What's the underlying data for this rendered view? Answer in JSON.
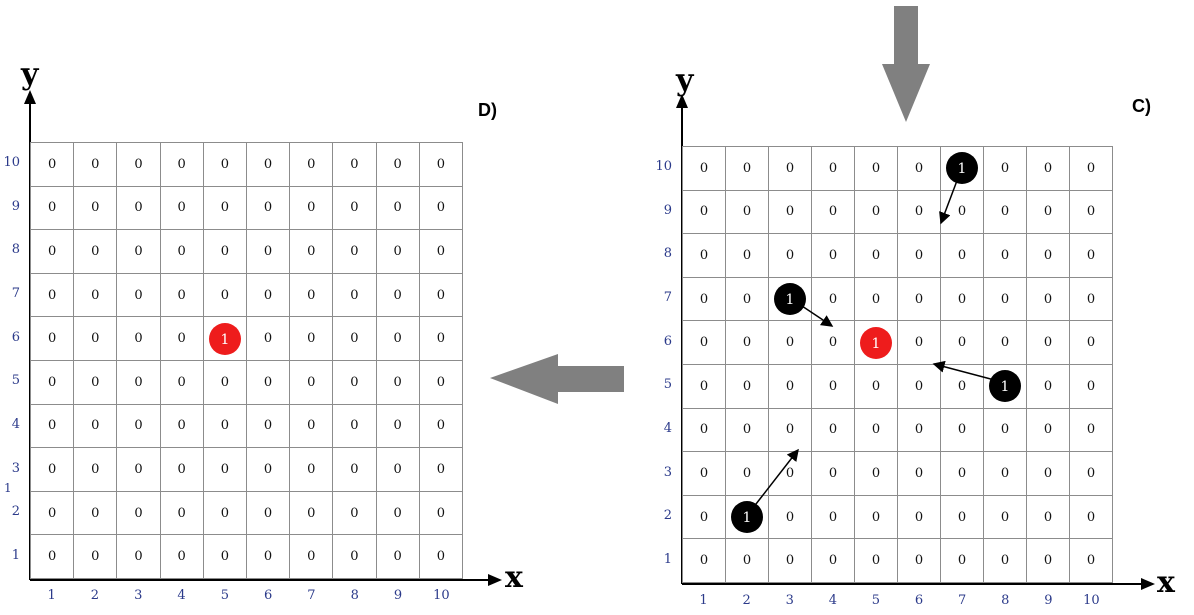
{
  "panel_d": {
    "label": "D)",
    "x_axis": "x",
    "y_axis": "y",
    "x_ticks": [
      "1",
      "2",
      "3",
      "4",
      "5",
      "6",
      "7",
      "8",
      "9",
      "10"
    ],
    "y_ticks": [
      "10",
      "9",
      "8",
      "7",
      "6",
      "5",
      "4",
      "3",
      "2",
      "1"
    ],
    "grid_rows": [
      [
        "0",
        "0",
        "0",
        "0",
        "0",
        "0",
        "0",
        "0",
        "0",
        "0"
      ],
      [
        "0",
        "0",
        "0",
        "0",
        "0",
        "0",
        "0",
        "0",
        "0",
        "0"
      ],
      [
        "0",
        "0",
        "0",
        "0",
        "0",
        "0",
        "0",
        "0",
        "0",
        "0"
      ],
      [
        "0",
        "0",
        "0",
        "0",
        "0",
        "0",
        "0",
        "0",
        "0",
        "0"
      ],
      [
        "0",
        "0",
        "0",
        "0",
        "",
        "0",
        "0",
        "0",
        "0",
        "0"
      ],
      [
        "0",
        "0",
        "0",
        "0",
        "0",
        "0",
        "0",
        "0",
        "0",
        "0"
      ],
      [
        "0",
        "0",
        "0",
        "0",
        "0",
        "0",
        "0",
        "0",
        "0",
        "0"
      ],
      [
        "0",
        "0",
        "0",
        "0",
        "0",
        "0",
        "0",
        "0",
        "0",
        "0"
      ],
      [
        "0",
        "0",
        "0",
        "0",
        "0",
        "0",
        "0",
        "0",
        "0",
        "0"
      ],
      [
        "0",
        "0",
        "0",
        "0",
        "0",
        "0",
        "0",
        "0",
        "0",
        "0"
      ]
    ],
    "markers": [
      {
        "value": "1",
        "color": "#ee1c1c",
        "col": 5,
        "row": 6
      }
    ],
    "stray_label": "1"
  },
  "panel_c": {
    "label": "C)",
    "x_axis": "x",
    "y_axis": "y",
    "x_ticks": [
      "1",
      "2",
      "3",
      "4",
      "5",
      "6",
      "7",
      "8",
      "9",
      "10"
    ],
    "y_ticks": [
      "10",
      "9",
      "8",
      "7",
      "6",
      "5",
      "4",
      "3",
      "2",
      "1"
    ],
    "grid_rows": [
      [
        "0",
        "0",
        "0",
        "0",
        "0",
        "0",
        "",
        "0",
        "0",
        "0"
      ],
      [
        "0",
        "0",
        "0",
        "0",
        "0",
        "0",
        "0",
        "0",
        "0",
        "0"
      ],
      [
        "0",
        "0",
        "0",
        "0",
        "0",
        "0",
        "0",
        "0",
        "0",
        "0"
      ],
      [
        "0",
        "0",
        "",
        "0",
        "0",
        "0",
        "0",
        "0",
        "0",
        "0"
      ],
      [
        "0",
        "0",
        "0",
        "0",
        "",
        "0",
        "0",
        "0",
        "0",
        "0"
      ],
      [
        "0",
        "0",
        "0",
        "0",
        "0",
        "0",
        "0",
        "",
        "0",
        "0"
      ],
      [
        "0",
        "0",
        "0",
        "0",
        "0",
        "0",
        "0",
        "0",
        "0",
        "0"
      ],
      [
        "0",
        "0",
        "0",
        "0",
        "0",
        "0",
        "0",
        "0",
        "0",
        "0"
      ],
      [
        "0",
        "",
        "0",
        "0",
        "0",
        "0",
        "0",
        "0",
        "0",
        "0"
      ],
      [
        "0",
        "0",
        "0",
        "0",
        "0",
        "0",
        "0",
        "0",
        "0",
        "0"
      ]
    ],
    "markers": [
      {
        "value": "1",
        "color": "#ee1c1c",
        "col": 5,
        "row": 6
      },
      {
        "value": "1",
        "color": "#000000",
        "col": 7,
        "row": 10
      },
      {
        "value": "1",
        "color": "#000000",
        "col": 3,
        "row": 7
      },
      {
        "value": "1",
        "color": "#000000",
        "col": 8,
        "row": 5
      },
      {
        "value": "1",
        "color": "#000000",
        "col": 2,
        "row": 2
      }
    ]
  },
  "colors": {
    "flow_arrow": "#808080",
    "red_marker": "#ee1c1c",
    "black_marker": "#000000",
    "grid_line": "#8c8c8c",
    "tick_label": "#2b3a8a"
  }
}
